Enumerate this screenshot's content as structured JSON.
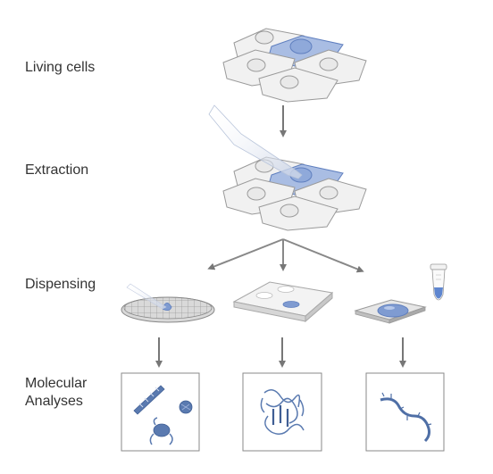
{
  "steps": {
    "living": "Living cells",
    "extraction": "Extraction",
    "dispensing": "Dispensing",
    "analyses_line1": "Molecular",
    "analyses_line2": "Analyses"
  },
  "colors": {
    "cell_fill": "#f1f1f1",
    "cell_stroke": "#9a9a9a",
    "highlight_fill": "#a9bde3",
    "highlight_stroke": "#5f7fbf",
    "nucleus_fill": "#e9e9e9",
    "arrow": "#777777",
    "molecule": "#5a7ab0",
    "box_stroke": "#8a8a8a"
  },
  "icons": [
    "cell-cluster-icon",
    "pipette-icon",
    "em-grid-icon",
    "well-plate-icon",
    "glass-slide-icon",
    "microtube-icon",
    "filament-molecule-icon",
    "protein-structure-icon",
    "nucleic-acid-strand-icon"
  ]
}
